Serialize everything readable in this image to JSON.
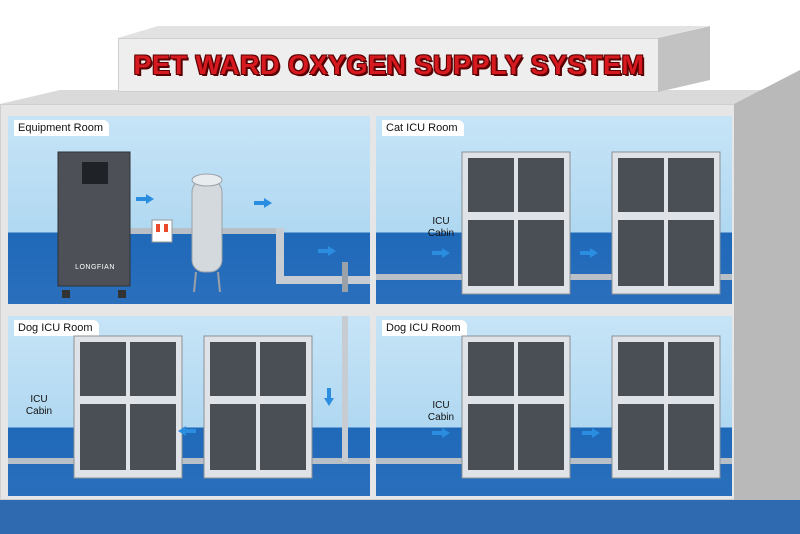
{
  "title": "PET WARD OXYGEN SUPPLY SYSTEM",
  "rooms": {
    "equipment": {
      "label": "Equipment Room",
      "brand": "LONGFIAN"
    },
    "cat_icu": {
      "label": "Cat ICU Room",
      "cabin_label_line1": "ICU",
      "cabin_label_line2": "Cabin"
    },
    "dog_icu_left": {
      "label": "Dog ICU Room",
      "cabin_label_line1": "ICU",
      "cabin_label_line2": "Cabin"
    },
    "dog_icu_right": {
      "label": "Dog ICU Room",
      "cabin_label_line1": "ICU",
      "cabin_label_line2": "Cabin"
    }
  },
  "colors": {
    "title_red": "#d71920",
    "floor_blue": "#2a6fbc",
    "wall_blue": "#b0d8f1",
    "arrow_blue": "#2b8de0"
  }
}
